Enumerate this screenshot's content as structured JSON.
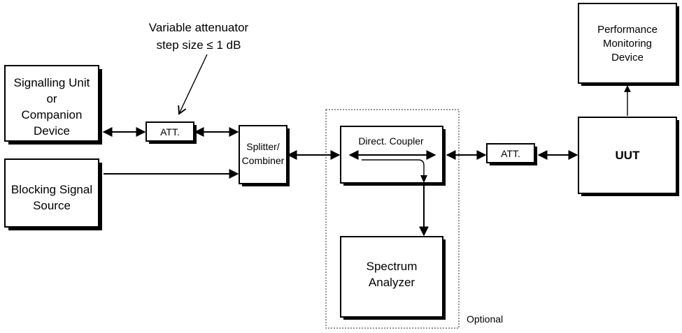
{
  "annotation": {
    "line1": "Variable attenuator",
    "line2": "step size ≤ 1 dB"
  },
  "signalling_unit": {
    "line1": "Signalling Unit",
    "line2": "or",
    "line3": "Companion",
    "line4": "Device"
  },
  "blocking_source": {
    "line1": "Blocking Signal",
    "line2": "Source"
  },
  "att_left": {
    "label": "ATT."
  },
  "splitter": {
    "line1": "Splitter/",
    "line2": "Combiner"
  },
  "coupler": {
    "label": "Direct. Coupler"
  },
  "spectrum": {
    "line1": "Spectrum",
    "line2": "Analyzer"
  },
  "optional": {
    "label": "Optional"
  },
  "att_right": {
    "label": "ATT."
  },
  "uut": {
    "label": "UUT"
  },
  "monitor": {
    "line1": "Performance",
    "line2": "Monitoring",
    "line3": "Device"
  }
}
